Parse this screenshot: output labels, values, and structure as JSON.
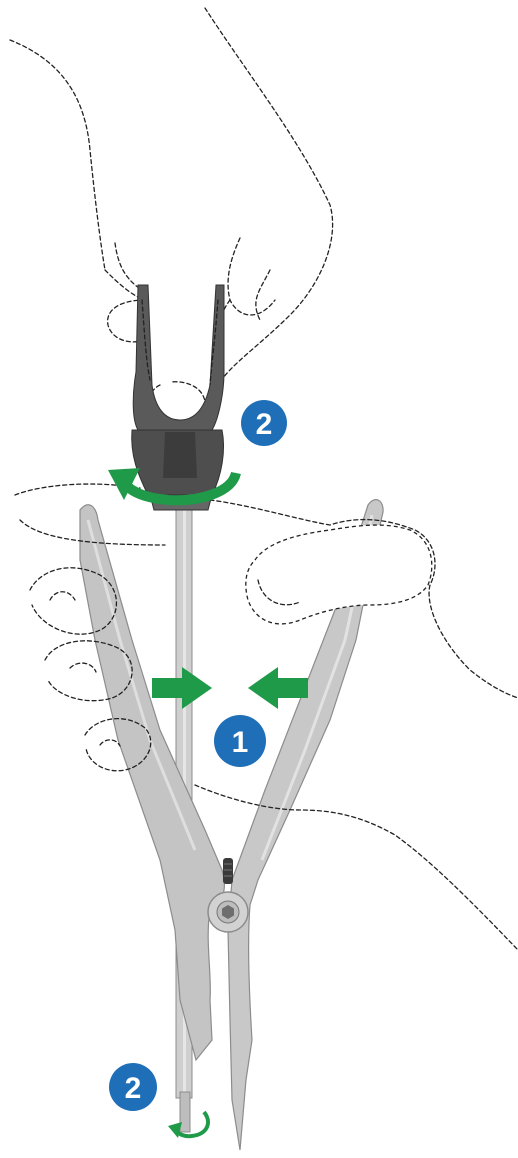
{
  "colors": {
    "badge": "#1f6fb8",
    "arrow": "#1f9a48",
    "tool_silver": "#c4c4c4",
    "tool_edge": "#8c8c8c",
    "handle_dark": "#555555",
    "outline": "#222222"
  },
  "steps": [
    {
      "label": "2",
      "role": "rotate handle"
    },
    {
      "label": "1",
      "role": "squeeze plier"
    },
    {
      "label": "2",
      "role": "rotate driver tip"
    }
  ],
  "icons": [
    "squeeze-arrow-icon",
    "rotate-arrow-icon",
    "hex-screw-icon"
  ]
}
